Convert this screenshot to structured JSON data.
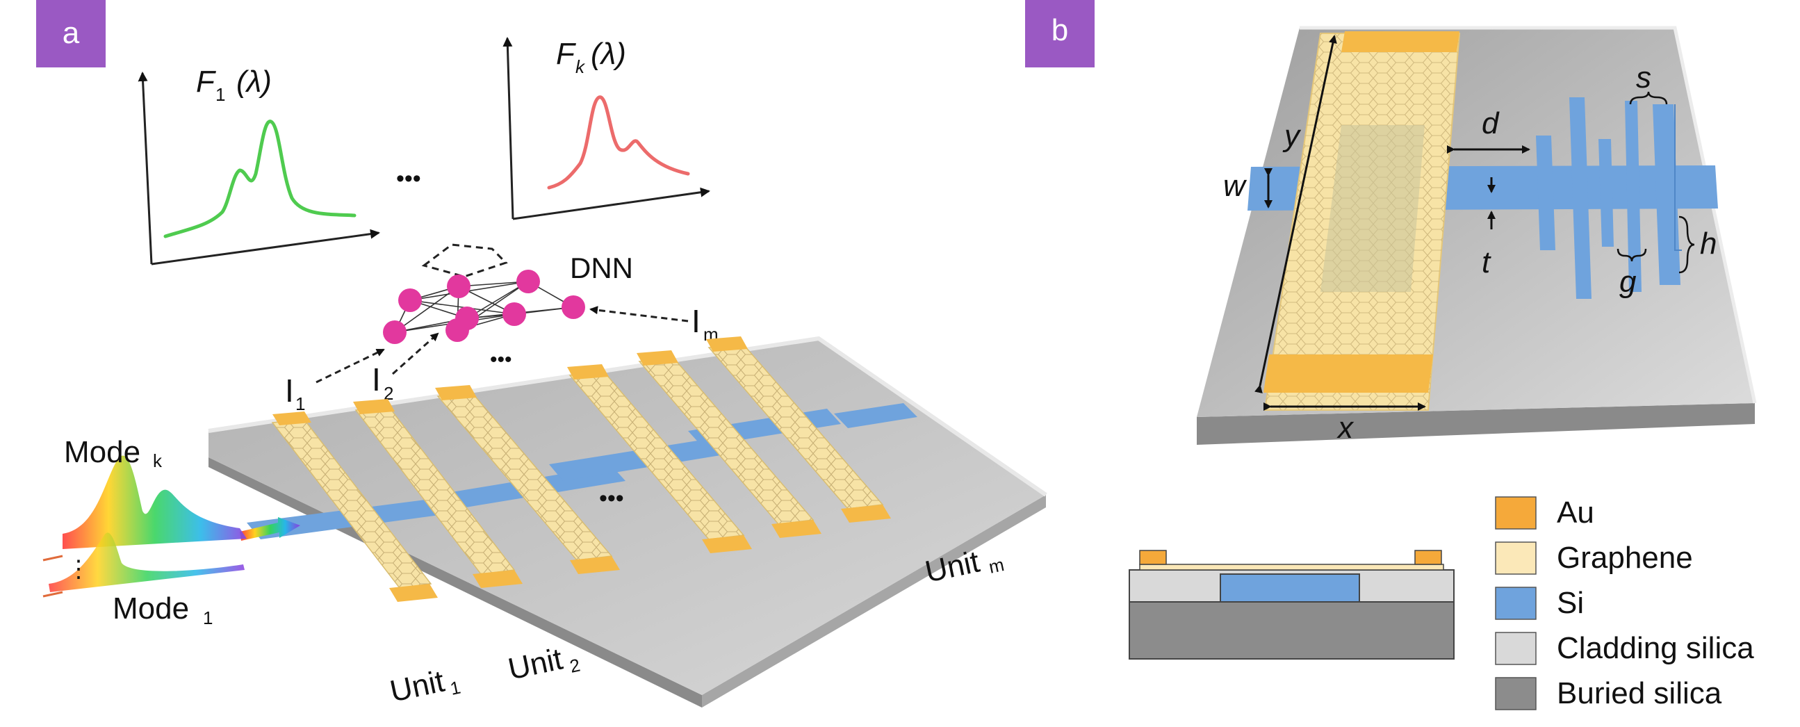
{
  "panel_a": {
    "badge": "a",
    "plot1": {
      "label": "F",
      "sub": "1",
      "arg": "(λ)"
    },
    "plot_ellipsis": "•••",
    "plotk": {
      "label": "F",
      "sub": "k",
      "arg": "(λ)"
    },
    "dnn_label": "DNN",
    "inputs": [
      {
        "label": "I",
        "sub": "1"
      },
      {
        "label": "I",
        "sub": "2"
      },
      {
        "label": "I",
        "sub": "m"
      }
    ],
    "input_ellipsis": "•••",
    "chip_ellipsis": "•••",
    "modes": [
      {
        "label": "Mode",
        "sub": "k"
      },
      {
        "label": "Mode",
        "sub": "1"
      }
    ],
    "mode_ellipsis": "⋮",
    "units": [
      {
        "label": "Unit",
        "sub": "1"
      },
      {
        "label": "Unit",
        "sub": "2"
      },
      {
        "label": "Unit",
        "sub": "m"
      }
    ]
  },
  "panel_b": {
    "badge": "b",
    "dims": {
      "y": "y",
      "w": "w",
      "d": "d",
      "s": "s",
      "t": "t",
      "h": "h",
      "g": "g",
      "x": "x"
    },
    "legend": [
      {
        "label": "Au",
        "color": "#f5a93a"
      },
      {
        "label": "Graphene",
        "color": "#fbe8b8"
      },
      {
        "label": "Si",
        "color": "#6fa3dd"
      },
      {
        "label": "Cladding silica",
        "color": "#d9d9d9"
      },
      {
        "label": "Buried silica",
        "color": "#8c8c8c"
      }
    ]
  },
  "colors": {
    "badge": "#9a59c3",
    "gold": "#f5b947",
    "graphene": "#f7e3a6",
    "silicon": "#6fa3dd",
    "chip_top": "#b9b9b9",
    "chip_side": "#8a8a8a",
    "node": "#e2389e",
    "curve_f1": "#4fcb4f",
    "curve_fk": "#ec6b6b"
  }
}
